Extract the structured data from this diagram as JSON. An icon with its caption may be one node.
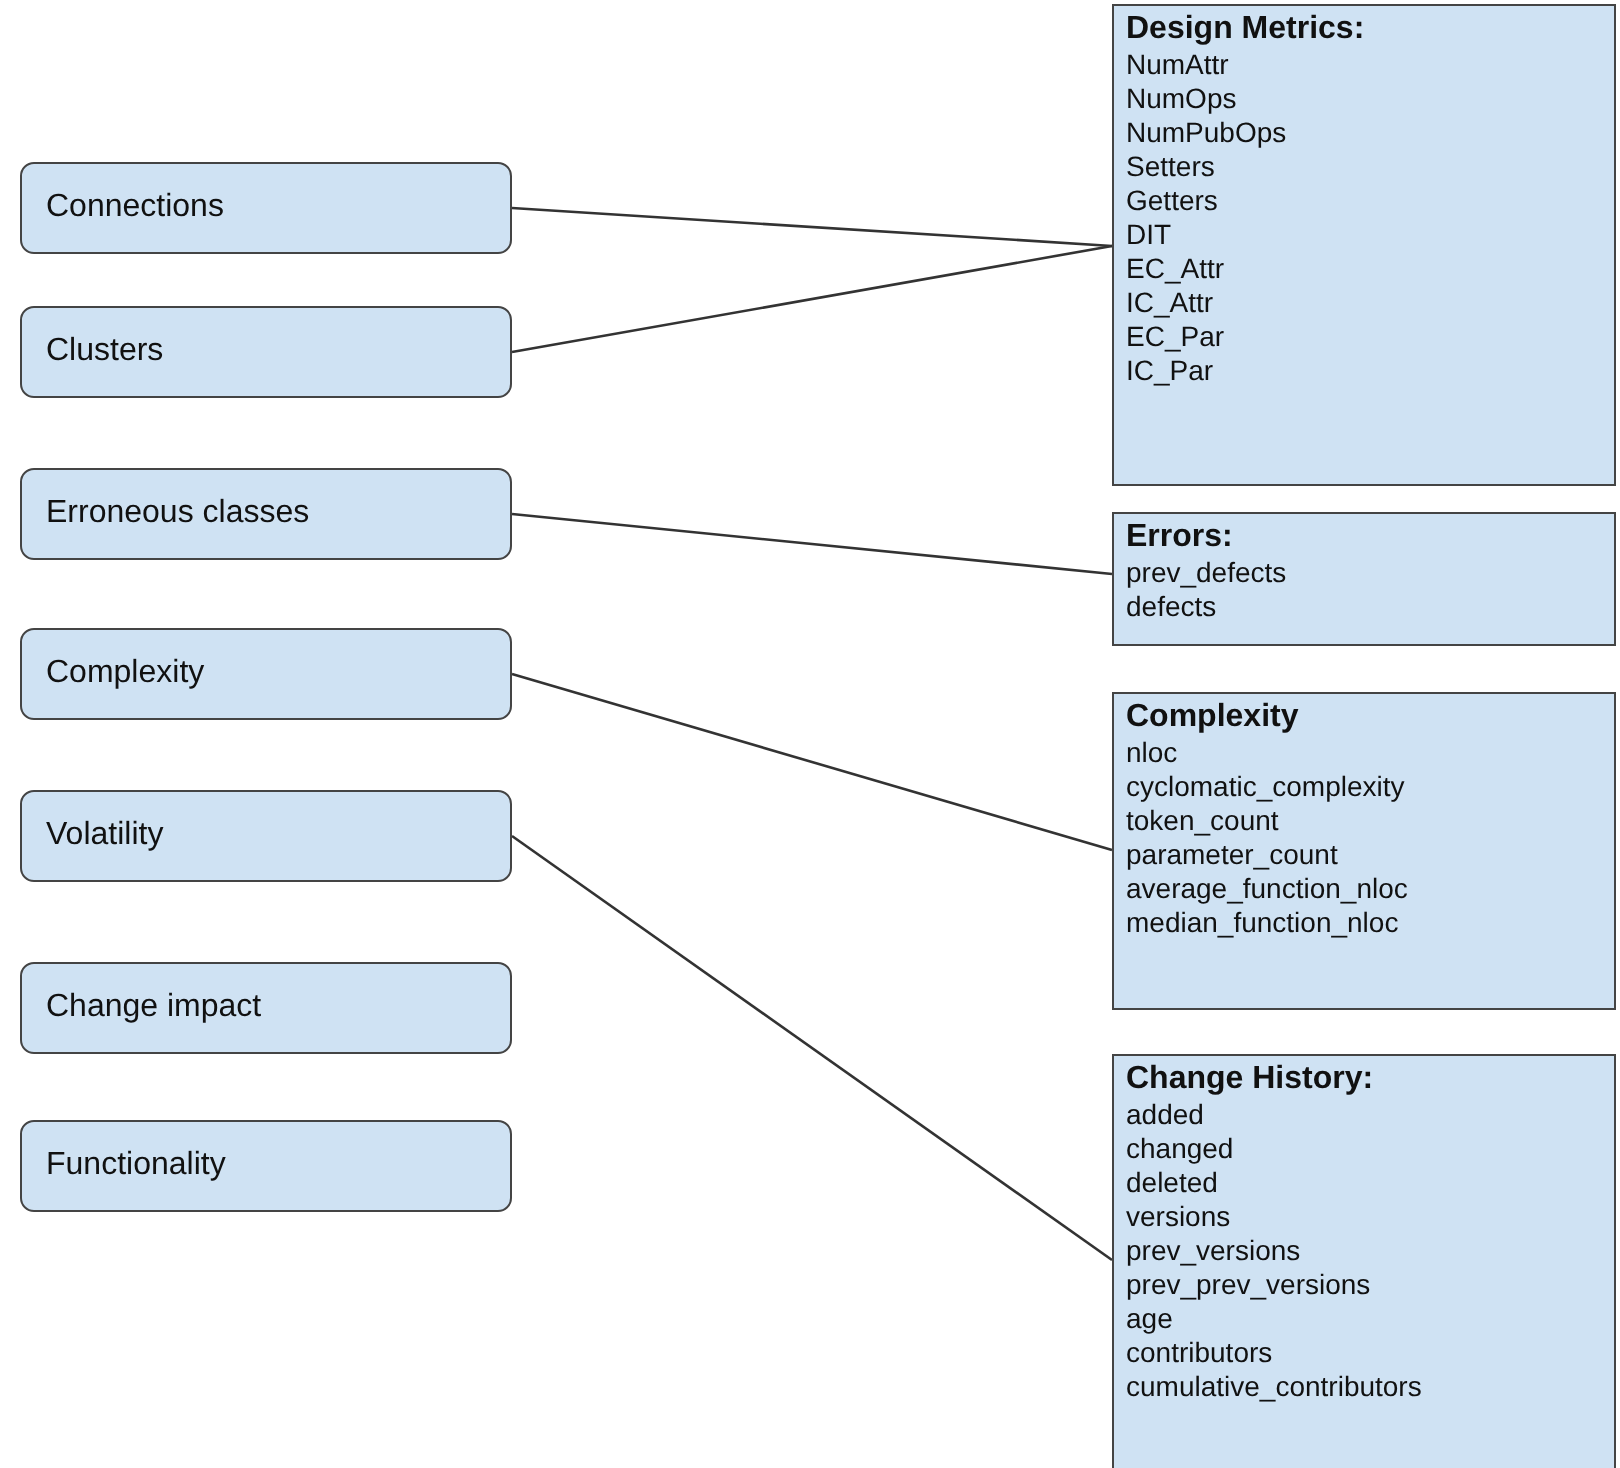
{
  "diagram": {
    "nodes": [
      {
        "text": [
          "Connections"
        ]
      },
      {
        "text": [
          "Clusters"
        ]
      },
      {
        "text": [
          "Erroneous classes"
        ]
      },
      {
        "text": [
          "Complexity"
        ]
      },
      {
        "text": [
          "Volatility"
        ]
      },
      {
        "text": [
          "Change impact"
        ]
      },
      {
        "text": [
          "Functionality"
        ]
      },
      {
        "text": [
          "Design Metrics:",
          "NumAttr",
          "NumOps",
          "NumPubOps",
          "Setters",
          "Getters",
          "DIT",
          "EC_Attr",
          "IC_Attr",
          "EC_Par",
          "IC_Par"
        ]
      },
      {
        "text": [
          "Errors:",
          "prev_defects",
          "defects"
        ]
      },
      {
        "text": [
          "Complexity",
          "nloc",
          "cyclomatic_complexity",
          "token_count",
          "parameter_count",
          "average_function_nloc",
          "median_function_nloc"
        ]
      },
      {
        "text": [
          "Change History:",
          "added",
          "changed",
          "deleted",
          "versions",
          "prev_versions",
          "prev_prev_versions",
          "age",
          "contributors",
          "cumulative_contributors"
        ]
      }
    ],
    "edges": [
      {
        "from": 0,
        "to": 7,
        "arrow": "none"
      },
      {
        "from": 1,
        "to": 7,
        "arrow": "none"
      },
      {
        "from": 2,
        "to": 8,
        "arrow": "none"
      },
      {
        "from": 3,
        "to": 9,
        "arrow": "none"
      },
      {
        "from": 4,
        "to": 10,
        "arrow": "none"
      }
    ]
  }
}
